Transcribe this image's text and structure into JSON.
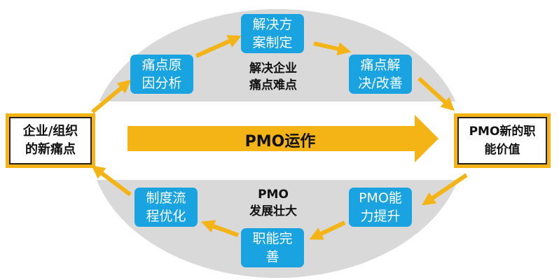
{
  "colors": {
    "accent": "#f5b416",
    "process_box": "#19a3e0",
    "ellipse": "#d9d9d9"
  },
  "left_node": "企业/组织\n的新痛点",
  "right_node": "PMO新的职\n能价值",
  "center_arrow_label": "PMO运作",
  "top_cycle": {
    "caption": "解决企业\n痛点难点",
    "steps": [
      "痛点原\n因分析",
      "解决方\n案制定",
      "痛点解\n决/改善"
    ]
  },
  "bottom_cycle": {
    "caption": "PMO\n发展壮大",
    "steps": [
      "PMO能\n力提升",
      "职能完\n善",
      "制度流\n程优化"
    ]
  }
}
